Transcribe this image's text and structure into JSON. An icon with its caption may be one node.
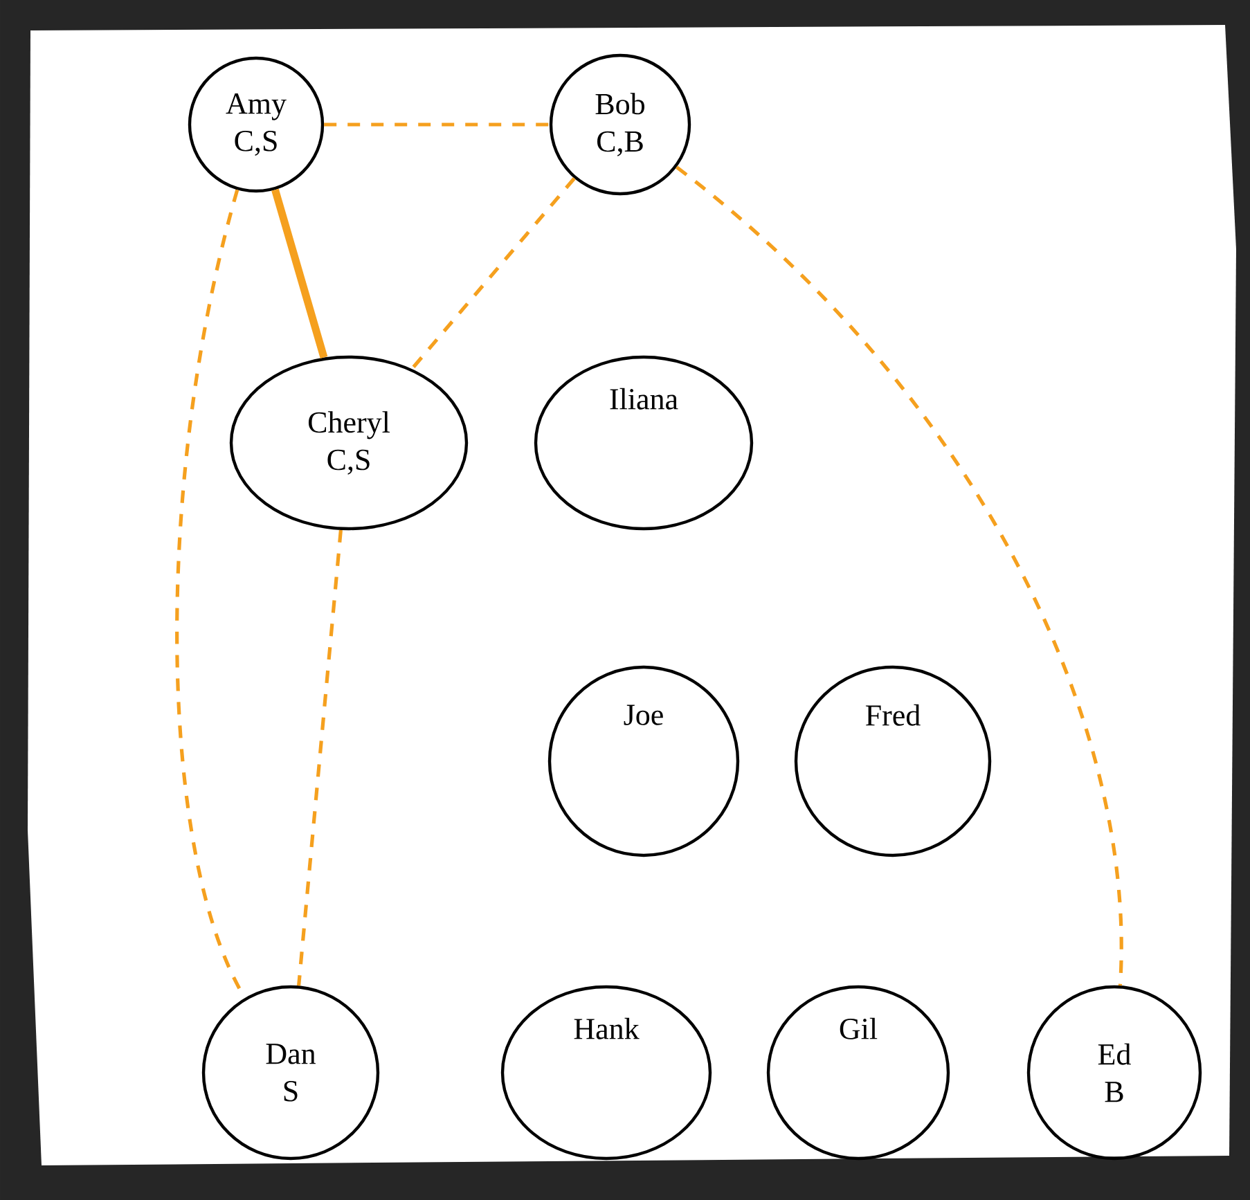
{
  "diagram": {
    "nodes": [
      {
        "text": [
          "Amy",
          "C,S"
        ]
      },
      {
        "text": [
          "Bob",
          "C,B"
        ]
      },
      {
        "text": [
          "Cheryl",
          "C,S"
        ]
      },
      {
        "text": [
          "Iliana"
        ]
      },
      {
        "text": [
          "Joe"
        ]
      },
      {
        "text": [
          "Fred"
        ]
      },
      {
        "text": [
          "Dan",
          "S"
        ]
      },
      {
        "text": [
          "Hank"
        ]
      },
      {
        "text": [
          "Gil"
        ]
      },
      {
        "text": [
          "Ed",
          "B"
        ]
      }
    ],
    "edges": [
      {
        "from": 0,
        "to": 1,
        "arrow": "none",
        "style": "dashed"
      },
      {
        "from": 0,
        "to": 2,
        "arrow": "none",
        "style": "thick"
      },
      {
        "from": 1,
        "to": 2,
        "arrow": "none",
        "style": "dashed"
      },
      {
        "from": 0,
        "to": 6,
        "arrow": "none",
        "style": "dashed"
      },
      {
        "from": 2,
        "to": 6,
        "arrow": "none",
        "style": "dashed"
      },
      {
        "from": 1,
        "to": 9,
        "arrow": "none",
        "style": "dashed"
      }
    ]
  }
}
